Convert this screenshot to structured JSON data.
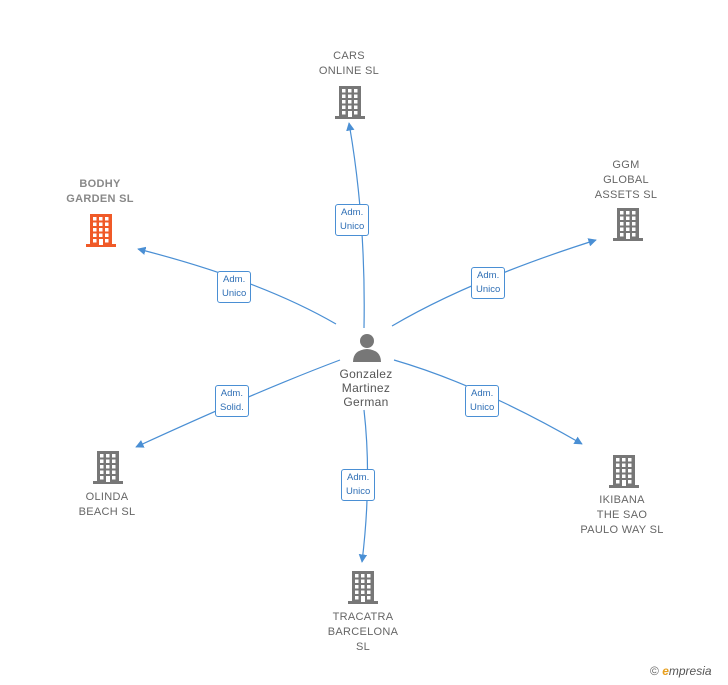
{
  "colors": {
    "edge": "#4a8fd4",
    "company_icon": "#777777",
    "highlight_icon": "#f05a28",
    "person_icon": "#777777"
  },
  "center": {
    "name": "Gonzalez\nMartinez\nGerman",
    "icon": "person-icon"
  },
  "companies": [
    {
      "id": "cars",
      "name": "CARS\nONLINE  SL",
      "role": "Adm.\nUnico",
      "icon": "building-icon",
      "highlight": false
    },
    {
      "id": "ggm",
      "name": "GGM\nGLOBAL\nASSETS  SL",
      "role": "Adm.\nUnico",
      "icon": "building-icon",
      "highlight": false
    },
    {
      "id": "ikibana",
      "name": "IKIBANA\nTHE SAO\nPAULO WAY SL",
      "role": "Adm.\nUnico",
      "icon": "building-icon",
      "highlight": false
    },
    {
      "id": "tracatra",
      "name": "TRACATRA\nBARCELONA\nSL",
      "role": "Adm.\nUnico",
      "icon": "building-icon",
      "highlight": false
    },
    {
      "id": "olinda",
      "name": "OLINDA\nBEACH  SL",
      "role": "Adm.\nSolid.",
      "icon": "building-icon",
      "highlight": false
    },
    {
      "id": "bodhy",
      "name": "BODHY\nGARDEN  SL",
      "role": "Adm.\nUnico",
      "icon": "building-icon",
      "highlight": true
    }
  ],
  "footer": {
    "copyright": "©",
    "brand_e": "e",
    "brand_rest": "mpresia"
  }
}
